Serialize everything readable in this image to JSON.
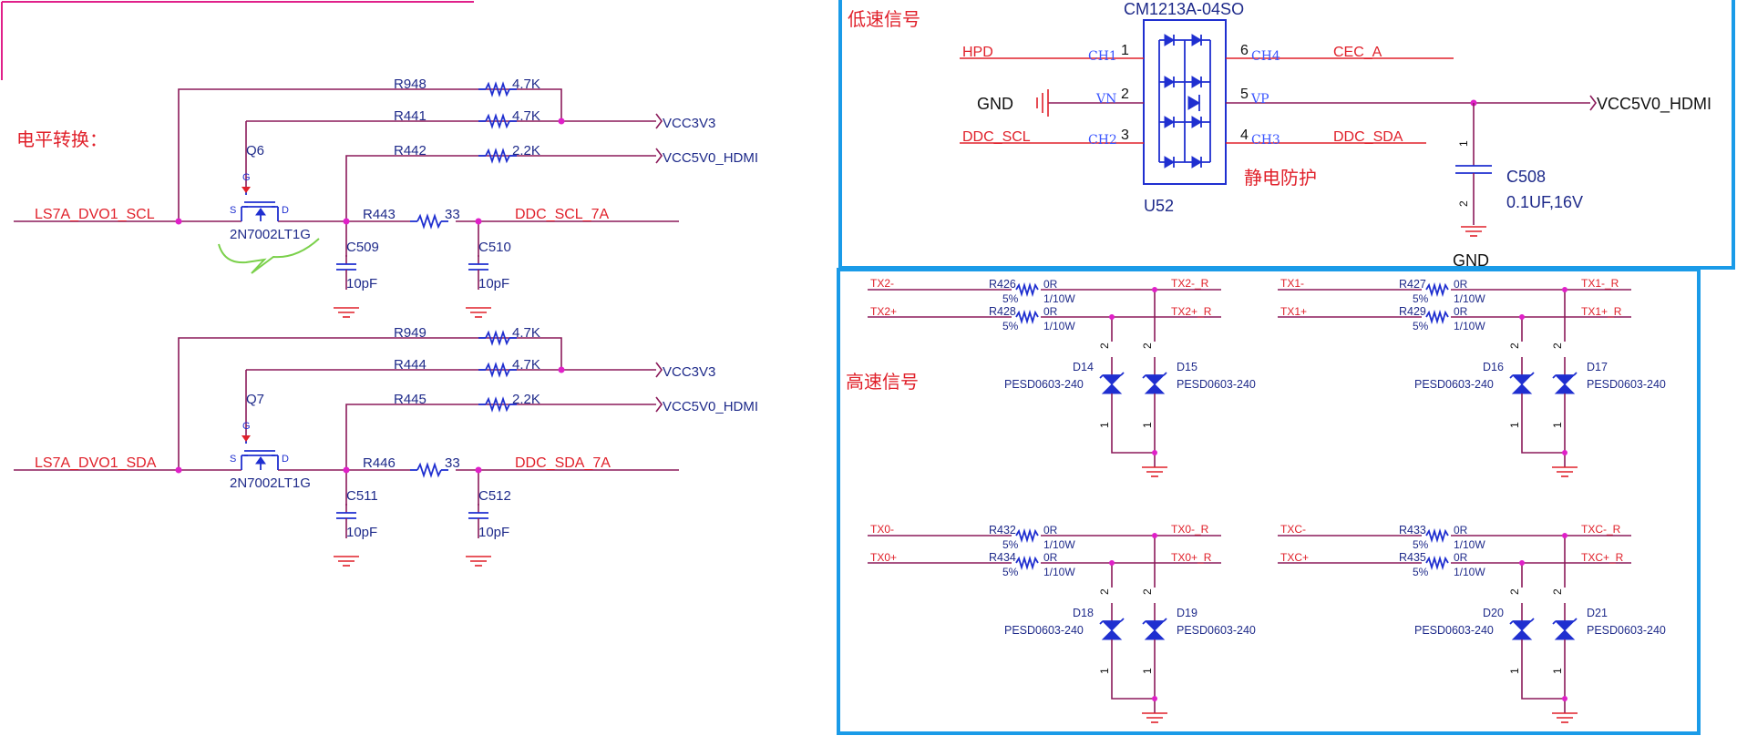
{
  "sections": {
    "level_shift": "电平转换：",
    "low_speed": "低速信号",
    "high_speed": "高速信号",
    "esd": "静电防护"
  },
  "level_shift": {
    "scl": {
      "input_net": "LS7A_DVO1_SCL",
      "output_net": "DDC_SCL_7A",
      "mosfet_ref": "Q6",
      "mosfet_part": "2N7002LT1G",
      "r_top_ref": "R948",
      "r_top_val": "4.7K",
      "r_gate_ref": "R441",
      "r_gate_val": "4.7K",
      "r_5v_ref": "R442",
      "r_5v_val": "2.2K",
      "r_series_ref": "R443",
      "r_series_val": "33",
      "c1_ref": "C509",
      "c1_val": "10pF",
      "c2_ref": "C510",
      "c2_val": "10pF"
    },
    "sda": {
      "input_net": "LS7A_DVO1_SDA",
      "output_net": "DDC_SDA_7A",
      "mosfet_ref": "Q7",
      "mosfet_part": "2N7002LT1G",
      "r_top_ref": "R949",
      "r_top_val": "4.7K",
      "r_gate_ref": "R444",
      "r_gate_val": "4.7K",
      "r_5v_ref": "R445",
      "r_5v_val": "2.2K",
      "r_series_ref": "R446",
      "r_series_val": "33",
      "c1_ref": "C511",
      "c1_val": "10pF",
      "c2_ref": "C512",
      "c2_val": "10pF"
    },
    "rail_3v3": "VCC3V3",
    "rail_5v": "VCC5V0_HDMI",
    "mosfet_pins": {
      "g": "G",
      "s": "S",
      "d": "D"
    }
  },
  "esd_chip": {
    "part": "CM1213A-04SO",
    "ref": "U52",
    "pins": [
      {
        "num": "1",
        "name": "CH1",
        "net": "HPD"
      },
      {
        "num": "2",
        "name": "VN",
        "net": "GND"
      },
      {
        "num": "3",
        "name": "CH2",
        "net": "DDC_SCL"
      },
      {
        "num": "4",
        "name": "CH3",
        "net": "DDC_SDA"
      },
      {
        "num": "5",
        "name": "VP",
        "net": "VCC5V0_HDMI"
      },
      {
        "num": "6",
        "name": "CH4",
        "net": "CEC_A"
      }
    ],
    "cap_ref": "C508",
    "cap_val": "0.1UF,16V",
    "cap_pin1": "1",
    "cap_pin2": "2",
    "gnd_label": "GND"
  },
  "tmds_groups": [
    {
      "n_in": "TX2-",
      "p_in": "TX2+",
      "n_out": "TX2-_R",
      "p_out": "TX2+_R",
      "r1": "R426",
      "r2": "R428",
      "d1": "D14",
      "d2": "D15"
    },
    {
      "n_in": "TX1-",
      "p_in": "TX1+",
      "n_out": "TX1-_R",
      "p_out": "TX1+_R",
      "r1": "R427",
      "r2": "R429",
      "d1": "D16",
      "d2": "D17"
    },
    {
      "n_in": "TX0-",
      "p_in": "TX0+",
      "n_out": "TX0-_R",
      "p_out": "TX0+_R",
      "r1": "R432",
      "r2": "R434",
      "d1": "D18",
      "d2": "D19"
    },
    {
      "n_in": "TXC-",
      "p_in": "TXC+",
      "n_out": "TXC-_R",
      "p_out": "TXC+_R",
      "r1": "R433",
      "r2": "R435",
      "d1": "D20",
      "d2": "D21"
    }
  ],
  "tmds_common": {
    "r_val": "0R",
    "r_tol": "5%",
    "r_pwr": "1/10W",
    "diode_part": "PESD0603-240",
    "diode_pin_top": "2",
    "diode_pin_bot": "1"
  },
  "colors": {
    "wire": "#8b1a5a",
    "net_label": "#e0202a",
    "symbol": "#1f2fd0",
    "ref_text": "#1e2a8a",
    "frame": "#1a9be8",
    "junction": "#e020c8",
    "annotation": "#7ad04a"
  }
}
